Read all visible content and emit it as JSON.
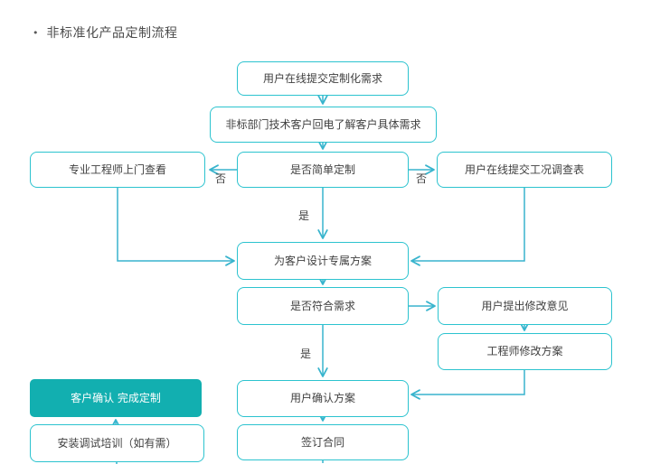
{
  "page": {
    "title_bullet": "•",
    "title": "非标准化产品定制流程"
  },
  "colors": {
    "node_border": "#2cc3cf",
    "node_text": "#404040",
    "arrow": "#38b4cd",
    "highlight_fill": "#12afb0",
    "highlight_text": "#ffffff"
  },
  "flowchart": {
    "nodes": [
      {
        "id": "submit-request",
        "label": "用户在线提交定制化需求",
        "type": "process"
      },
      {
        "id": "callback",
        "label": "非标部门技术客户回电了解客户具体需求",
        "type": "process"
      },
      {
        "id": "engineer-visit",
        "label": "专业工程师上门查看",
        "type": "process"
      },
      {
        "id": "simple-decision",
        "label": "是否简单定制",
        "type": "decision"
      },
      {
        "id": "survey-form",
        "label": "用户在线提交工况调查表",
        "type": "process"
      },
      {
        "id": "design-plan",
        "label": "为客户设计专属方案",
        "type": "process"
      },
      {
        "id": "meets-needs",
        "label": "是否符合需求",
        "type": "decision"
      },
      {
        "id": "user-feedback",
        "label": "用户提出修改意见",
        "type": "process"
      },
      {
        "id": "engineer-revise",
        "label": "工程师修改方案",
        "type": "process"
      },
      {
        "id": "confirm-plan",
        "label": "用户确认方案",
        "type": "process"
      },
      {
        "id": "sign-contract",
        "label": "签订合同",
        "type": "process"
      },
      {
        "id": "custom-complete",
        "label": "客户确认 完成定制",
        "type": "highlight"
      },
      {
        "id": "install-training",
        "label": "安装调试培训（如有需）",
        "type": "process"
      }
    ],
    "edge_labels": [
      {
        "id": "no-left",
        "text": "否"
      },
      {
        "id": "no-right",
        "text": "否"
      },
      {
        "id": "yes-mid",
        "text": "是"
      },
      {
        "id": "yes-low",
        "text": "是"
      }
    ]
  }
}
